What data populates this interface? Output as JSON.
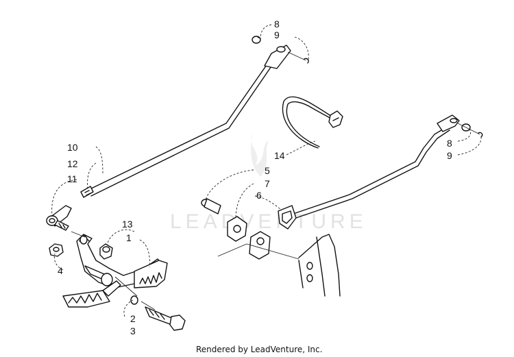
{
  "diagram": {
    "watermark_text": "LEADVENTURE",
    "footer_text": "Rendered by LeadVenture, Inc.",
    "callouts": {
      "c8a": "8",
      "c9a": "9",
      "c10": "10",
      "c12": "12",
      "c11": "11",
      "c13": "13",
      "c1": "1",
      "c4": "4",
      "c2": "2",
      "c3": "3",
      "c14": "14",
      "c5": "5",
      "c7": "7",
      "c6": "6",
      "c8b": "8",
      "c9b": "9"
    }
  }
}
